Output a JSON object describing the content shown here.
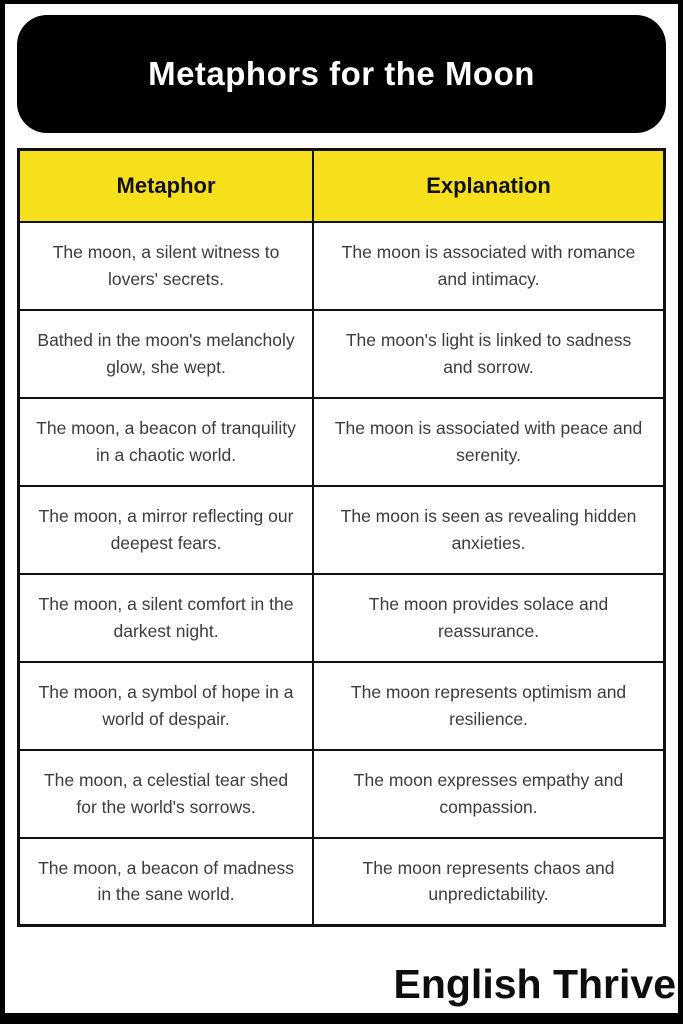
{
  "banner": {
    "title": "Metaphors for the Moon"
  },
  "table": {
    "headers": [
      "Metaphor",
      "Explanation"
    ],
    "rows": [
      [
        "The moon, a silent witness to lovers' secrets.",
        "The moon is associated with romance and intimacy."
      ],
      [
        "Bathed in the moon's melancholy glow, she wept.",
        "The moon's light is linked to sadness and sorrow."
      ],
      [
        "The moon, a beacon of tranquility in a chaotic world.",
        "The moon is associated with peace and serenity."
      ],
      [
        "The moon, a mirror reflecting our deepest fears.",
        "The moon is seen as revealing hidden anxieties."
      ],
      [
        "The moon, a silent comfort in the darkest night.",
        "The moon provides solace and reassurance."
      ],
      [
        "The moon, a symbol of hope in a world of despair.",
        "The moon represents optimism and resilience."
      ],
      [
        "The moon, a celestial tear shed for the world's sorrows.",
        "The moon expresses empathy and compassion."
      ],
      [
        "The moon, a beacon of madness in the sane world.",
        "The moon represents chaos and unpredictability."
      ]
    ]
  },
  "footer": {
    "brand": "English Thrive"
  },
  "colors": {
    "header_bg": "#f6e01b",
    "banner_bg": "#000000",
    "frame": "#000000",
    "cell_text": "#3c3c3c"
  }
}
